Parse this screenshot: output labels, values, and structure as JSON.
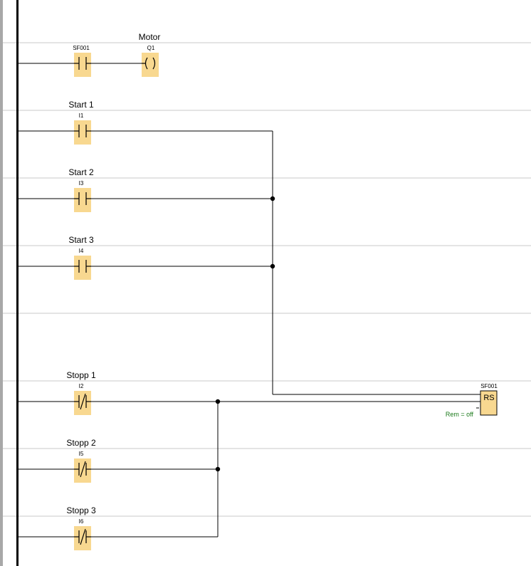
{
  "rungs": [
    {
      "contacts": [
        {
          "name": "",
          "address": "SF001",
          "type": "NO"
        }
      ],
      "coil": {
        "name": "Motor",
        "address": "Q1"
      }
    },
    {
      "contacts": [
        {
          "name": "Start 1",
          "address": "I1",
          "type": "NO"
        }
      ]
    },
    {
      "contacts": [
        {
          "name": "Start 2",
          "address": "I3",
          "type": "NO"
        }
      ]
    },
    {
      "contacts": [
        {
          "name": "Start 3",
          "address": "I4",
          "type": "NO"
        }
      ]
    },
    {
      "contacts": []
    },
    {
      "contacts": [
        {
          "name": "Stopp 1",
          "address": "I2",
          "type": "NC"
        }
      ]
    },
    {
      "contacts": [
        {
          "name": "Stopp 2",
          "address": "I5",
          "type": "NC"
        }
      ]
    },
    {
      "contacts": [
        {
          "name": "Stopp 3",
          "address": "I6",
          "type": "NC"
        }
      ]
    }
  ],
  "function_block": {
    "address": "SF001",
    "type_label": "RS",
    "remanence": "Rem = off"
  },
  "colors": {
    "element_fill": "#f8d890",
    "wire": "#000000",
    "grid": "#c8c8c8",
    "remanence_text": "#1b7a1b"
  }
}
